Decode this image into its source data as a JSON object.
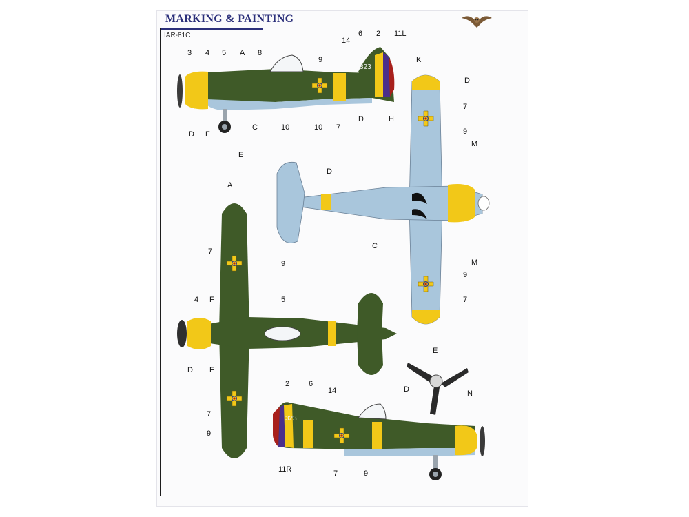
{
  "header": {
    "title": "MARKING & PAINTING",
    "subtitle": "IAR-81C"
  },
  "colors": {
    "olive_green": "#3f5a28",
    "light_blue": "#a9c6dc",
    "yellow": "#f2c818",
    "red": "#a8201c",
    "blue": "#4a2f8a",
    "title_blue": "#2b2f7a"
  },
  "aircraft_number": "323",
  "callouts": {
    "side_left": [
      "3",
      "4",
      "5",
      "A",
      "8",
      "14",
      "6",
      "2",
      "11L",
      "9",
      "K",
      "D",
      "F",
      "C",
      "10",
      "10",
      "7",
      "D",
      "H",
      "E"
    ],
    "underside": [
      "D",
      "7",
      "9",
      "M",
      "D",
      "C",
      "M",
      "9",
      "7"
    ],
    "top": [
      "A",
      "7",
      "9",
      "4",
      "F",
      "5",
      "D",
      "F",
      "7",
      "9"
    ],
    "side_right": [
      "2",
      "6",
      "14",
      "11R",
      "7",
      "9"
    ],
    "propeller": [
      "E",
      "D",
      "N"
    ]
  }
}
